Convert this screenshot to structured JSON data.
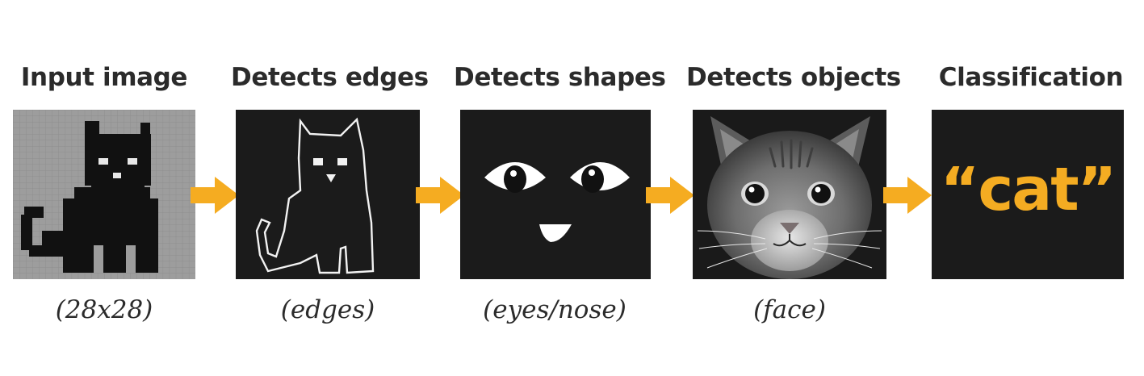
{
  "stages": [
    {
      "title": "Input image",
      "caption": "(28x28)"
    },
    {
      "title": "Detects edges",
      "caption": "(edges)"
    },
    {
      "title": "Detects shapes",
      "caption": "(eyes/nose)"
    },
    {
      "title": "Detects objects",
      "caption": "(face)"
    },
    {
      "title": "Classification",
      "caption": "",
      "output_label": "“cat”"
    }
  ],
  "colors": {
    "arrow": "#f5ac21",
    "output_text": "#f4ac22",
    "panel_background": "#1c1c1c",
    "input_background": "#9a9a9a",
    "title_text": "#2b2b2b"
  },
  "icons": [
    "pixel-cat-icon",
    "cat-outline-icon",
    "eyes-nose-shapes-icon",
    "cat-face-icon",
    "arrow-right-icon"
  ]
}
